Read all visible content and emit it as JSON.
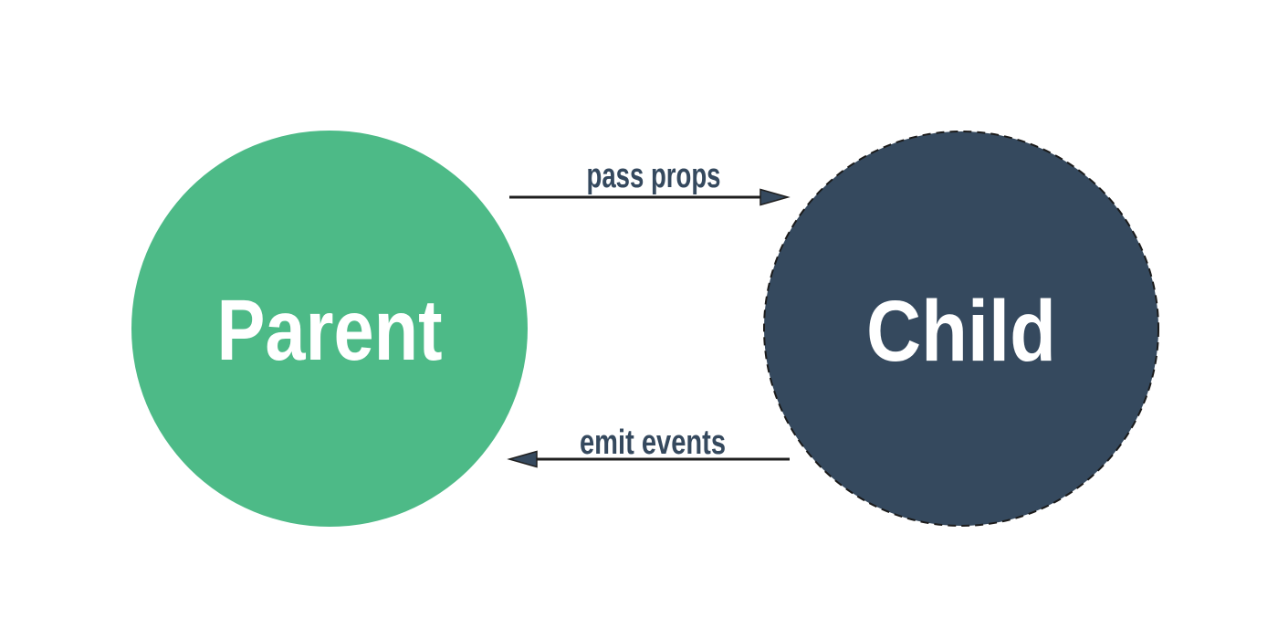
{
  "diagram": {
    "type": "component-communication",
    "nodes": [
      {
        "id": "parent",
        "label": "Parent",
        "color": "#4dba87",
        "text_color": "#ffffff",
        "border": "none"
      },
      {
        "id": "child",
        "label": "Child",
        "color": "#35495e",
        "text_color": "#ffffff",
        "border": "dashed"
      }
    ],
    "edges": [
      {
        "id": "props",
        "label": "pass props",
        "from": "parent",
        "to": "child",
        "direction": "right",
        "color": "#35495e"
      },
      {
        "id": "events",
        "label": "emit events",
        "from": "child",
        "to": "parent",
        "direction": "left",
        "color": "#35495e"
      }
    ],
    "colors": {
      "background": "#ffffff",
      "arrow_line": "#1f1f1f",
      "arrowhead_fill": "#35495e",
      "label_text": "#35495e",
      "dashed_border": "#1b1b1b"
    }
  }
}
